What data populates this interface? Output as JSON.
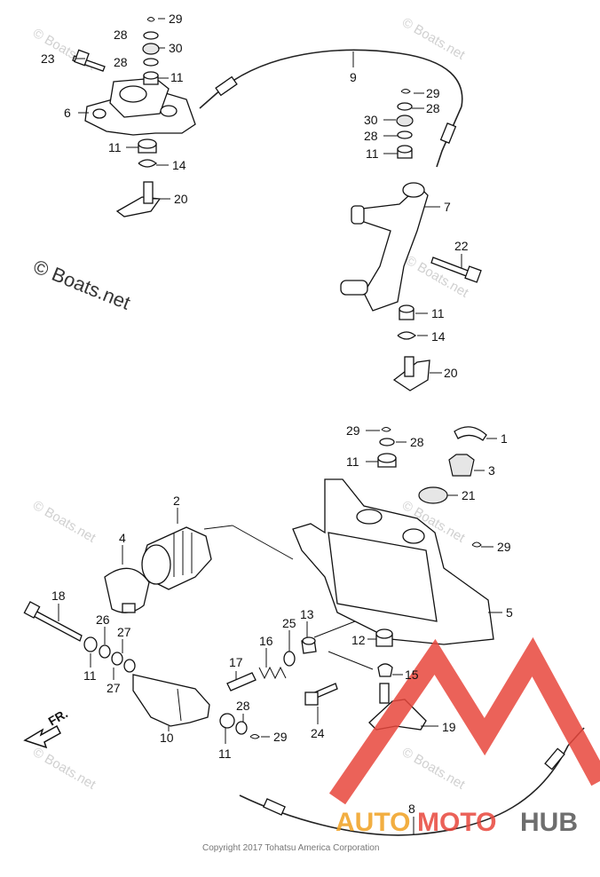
{
  "watermarks": {
    "main": "© Boats.net",
    "tile": "© Boats.net"
  },
  "copyright": "Copyright 2017 Tohatsu America Corporation",
  "logo": {
    "auto": "AUTO",
    "moto": "MOTO",
    "hub": "HUB"
  },
  "direction_label": "FR.",
  "callouts": [
    "29",
    "28",
    "30",
    "28",
    "11",
    "23",
    "6",
    "11",
    "14",
    "20",
    "9",
    "29",
    "28",
    "30",
    "28",
    "11",
    "7",
    "22",
    "11",
    "14",
    "20",
    "29",
    "28",
    "11",
    "1",
    "3",
    "21",
    "2",
    "4",
    "29",
    "5",
    "18",
    "26",
    "27",
    "11",
    "27",
    "25",
    "13",
    "16",
    "17",
    "12",
    "15",
    "24",
    "28",
    "10",
    "29",
    "11",
    "19",
    "8"
  ]
}
